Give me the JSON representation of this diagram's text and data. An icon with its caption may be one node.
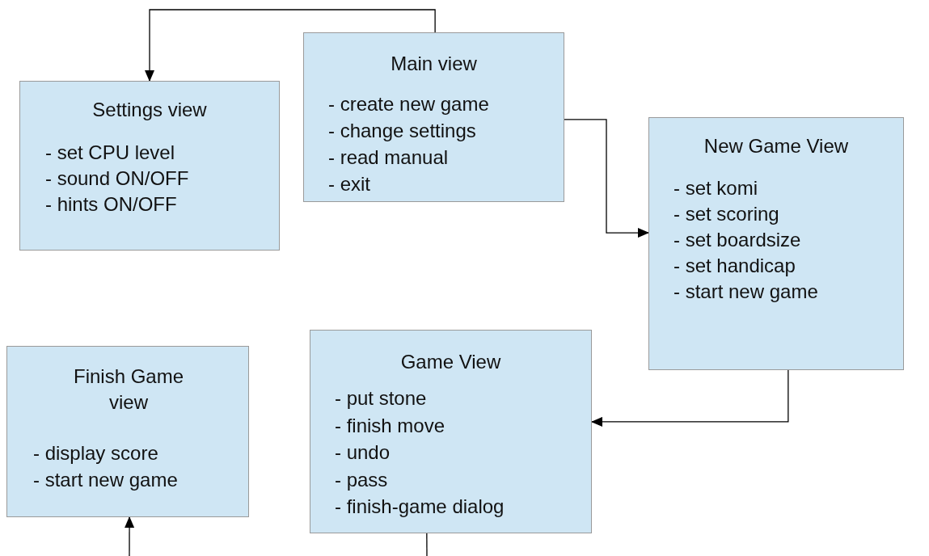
{
  "diagram": {
    "nodes": [
      {
        "text": [
          "Main view",
          "- create new game",
          "- change settings",
          "- read manual",
          "- exit"
        ]
      },
      {
        "text": [
          "Settings view",
          "- set CPU level",
          "- sound ON/OFF",
          "- hints ON/OFF"
        ]
      },
      {
        "text": [
          "New Game View",
          "- set komi",
          "- set scoring",
          "- set boardsize",
          "- set handicap",
          "- start new game"
        ]
      },
      {
        "text": [
          "Finish Game view",
          "- display score",
          "- start new game"
        ]
      },
      {
        "text": [
          "Game View",
          "- put stone",
          "- finish move",
          "- undo",
          "- pass",
          "- finish-game dialog"
        ]
      }
    ],
    "edges": [
      {
        "from": 0,
        "to": 1,
        "arrow": "to"
      },
      {
        "from": 0,
        "to": 2,
        "arrow": "to"
      },
      {
        "from": 2,
        "to": 4,
        "arrow": "to"
      },
      {
        "from": 4,
        "to": null,
        "arrow": "none"
      },
      {
        "from": null,
        "to": 3,
        "arrow": "to"
      }
    ]
  }
}
